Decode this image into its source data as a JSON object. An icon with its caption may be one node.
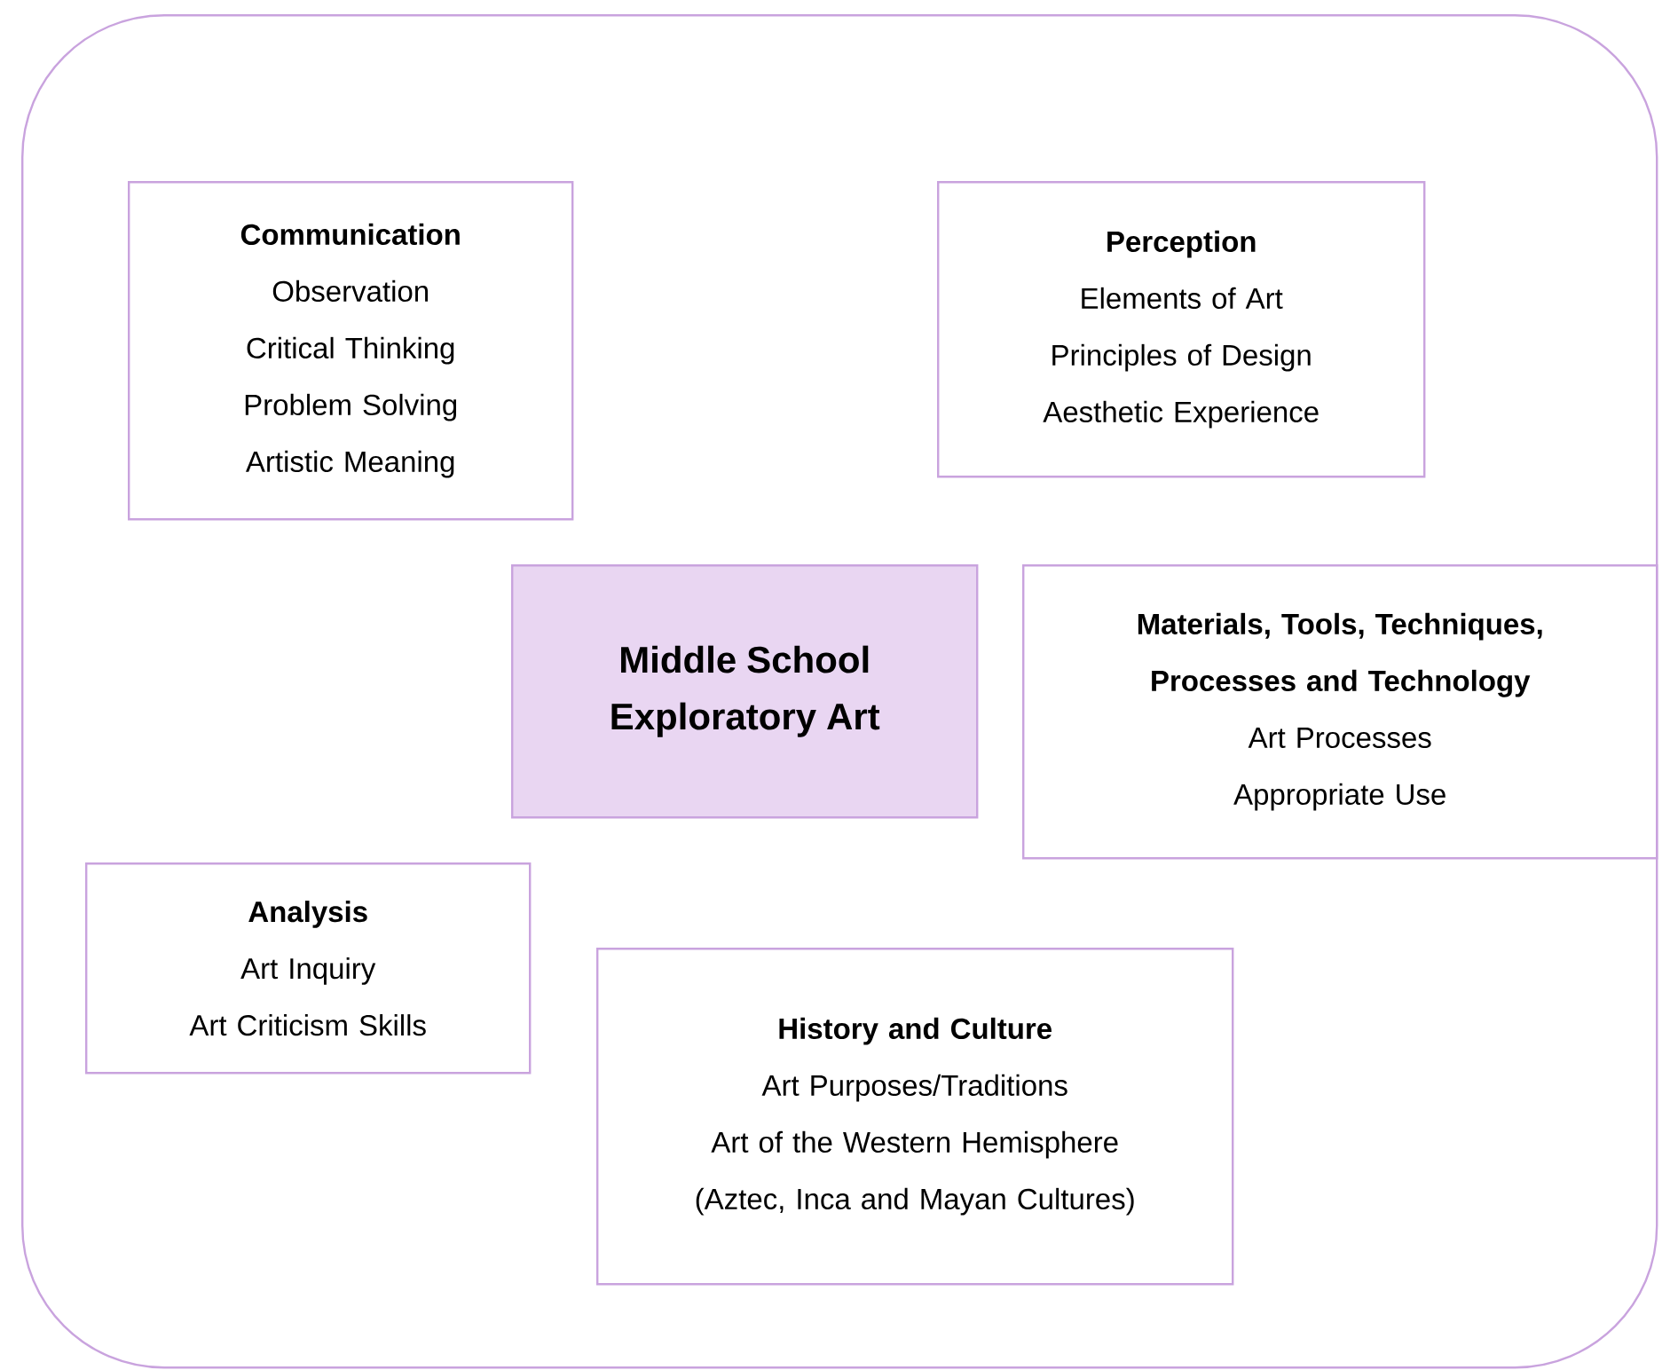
{
  "diagram": {
    "nodes": [
      {
        "text": [],
        "shape": "box"
      },
      {
        "text": [
          "Communication",
          "Observation",
          "Critical Thinking",
          "Problem Solving",
          "Artistic Meaning"
        ],
        "in": 0
      },
      {
        "text": [
          "Perception",
          "Elements of Art",
          "Principles of Design",
          "Aesthetic Experience"
        ],
        "in": 0
      },
      {
        "text": [
          "Middle School Exploratory Art"
        ],
        "in": 0
      },
      {
        "text": [
          "Materials, Tools, Techniques, Processes and Technology",
          "Art Processes",
          "Appropriate Use"
        ],
        "in": 0
      },
      {
        "text": [
          "Analysis",
          "Art Inquiry",
          "Art Criticism Skills"
        ],
        "in": 0
      },
      {
        "text": [
          "History and Culture",
          "Art Purposes/Traditions",
          "Art of the Western Hemisphere (Aztec, Inca and Mayan Cultures)"
        ],
        "in": 0
      }
    ]
  }
}
